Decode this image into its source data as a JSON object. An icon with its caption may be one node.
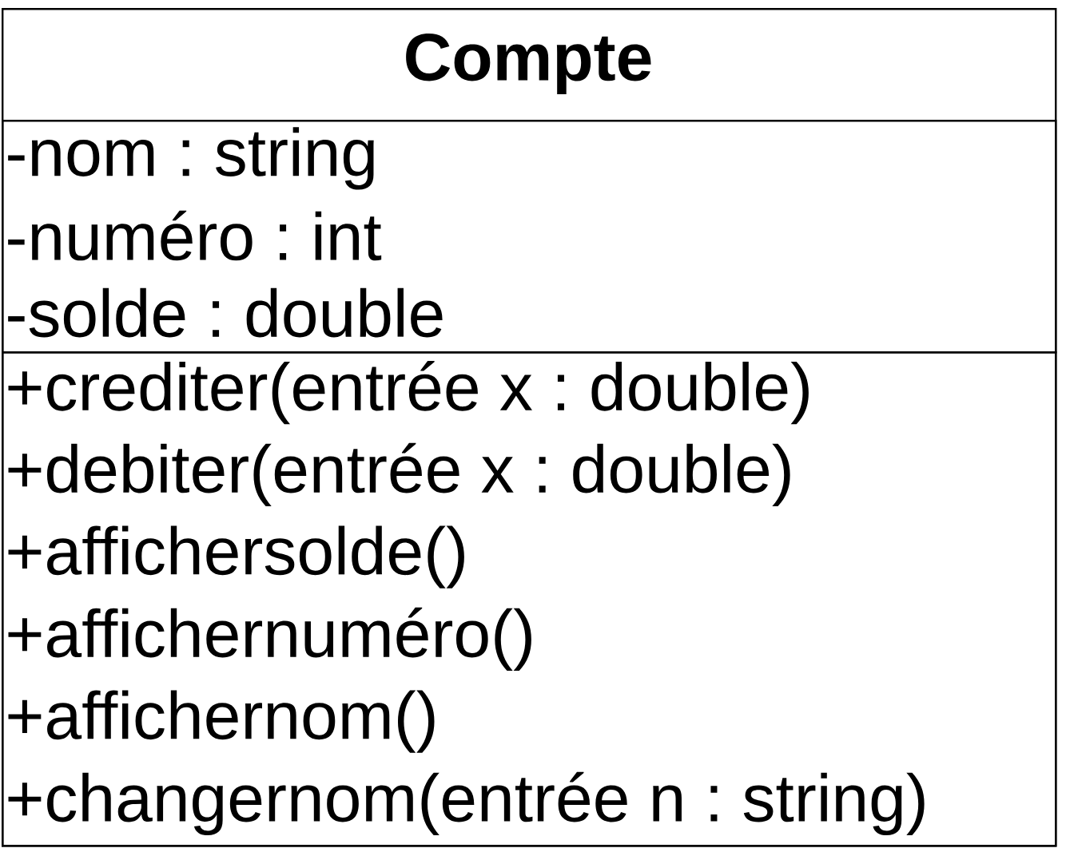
{
  "diagram": {
    "nodes": [
      {
        "text": [
          "Compte"
        ]
      },
      {
        "text": [
          "-nom : string",
          "-numéro : int",
          "-solde : double"
        ],
        "in": 0
      },
      {
        "text": [
          "+crediter(entrée x : double)",
          "+debiter(entrée x : double)",
          "+affichersolde()",
          "+affichernuméro()",
          "+affichernom()",
          "+changernom(entrée n : string)"
        ],
        "in": 0
      }
    ]
  }
}
